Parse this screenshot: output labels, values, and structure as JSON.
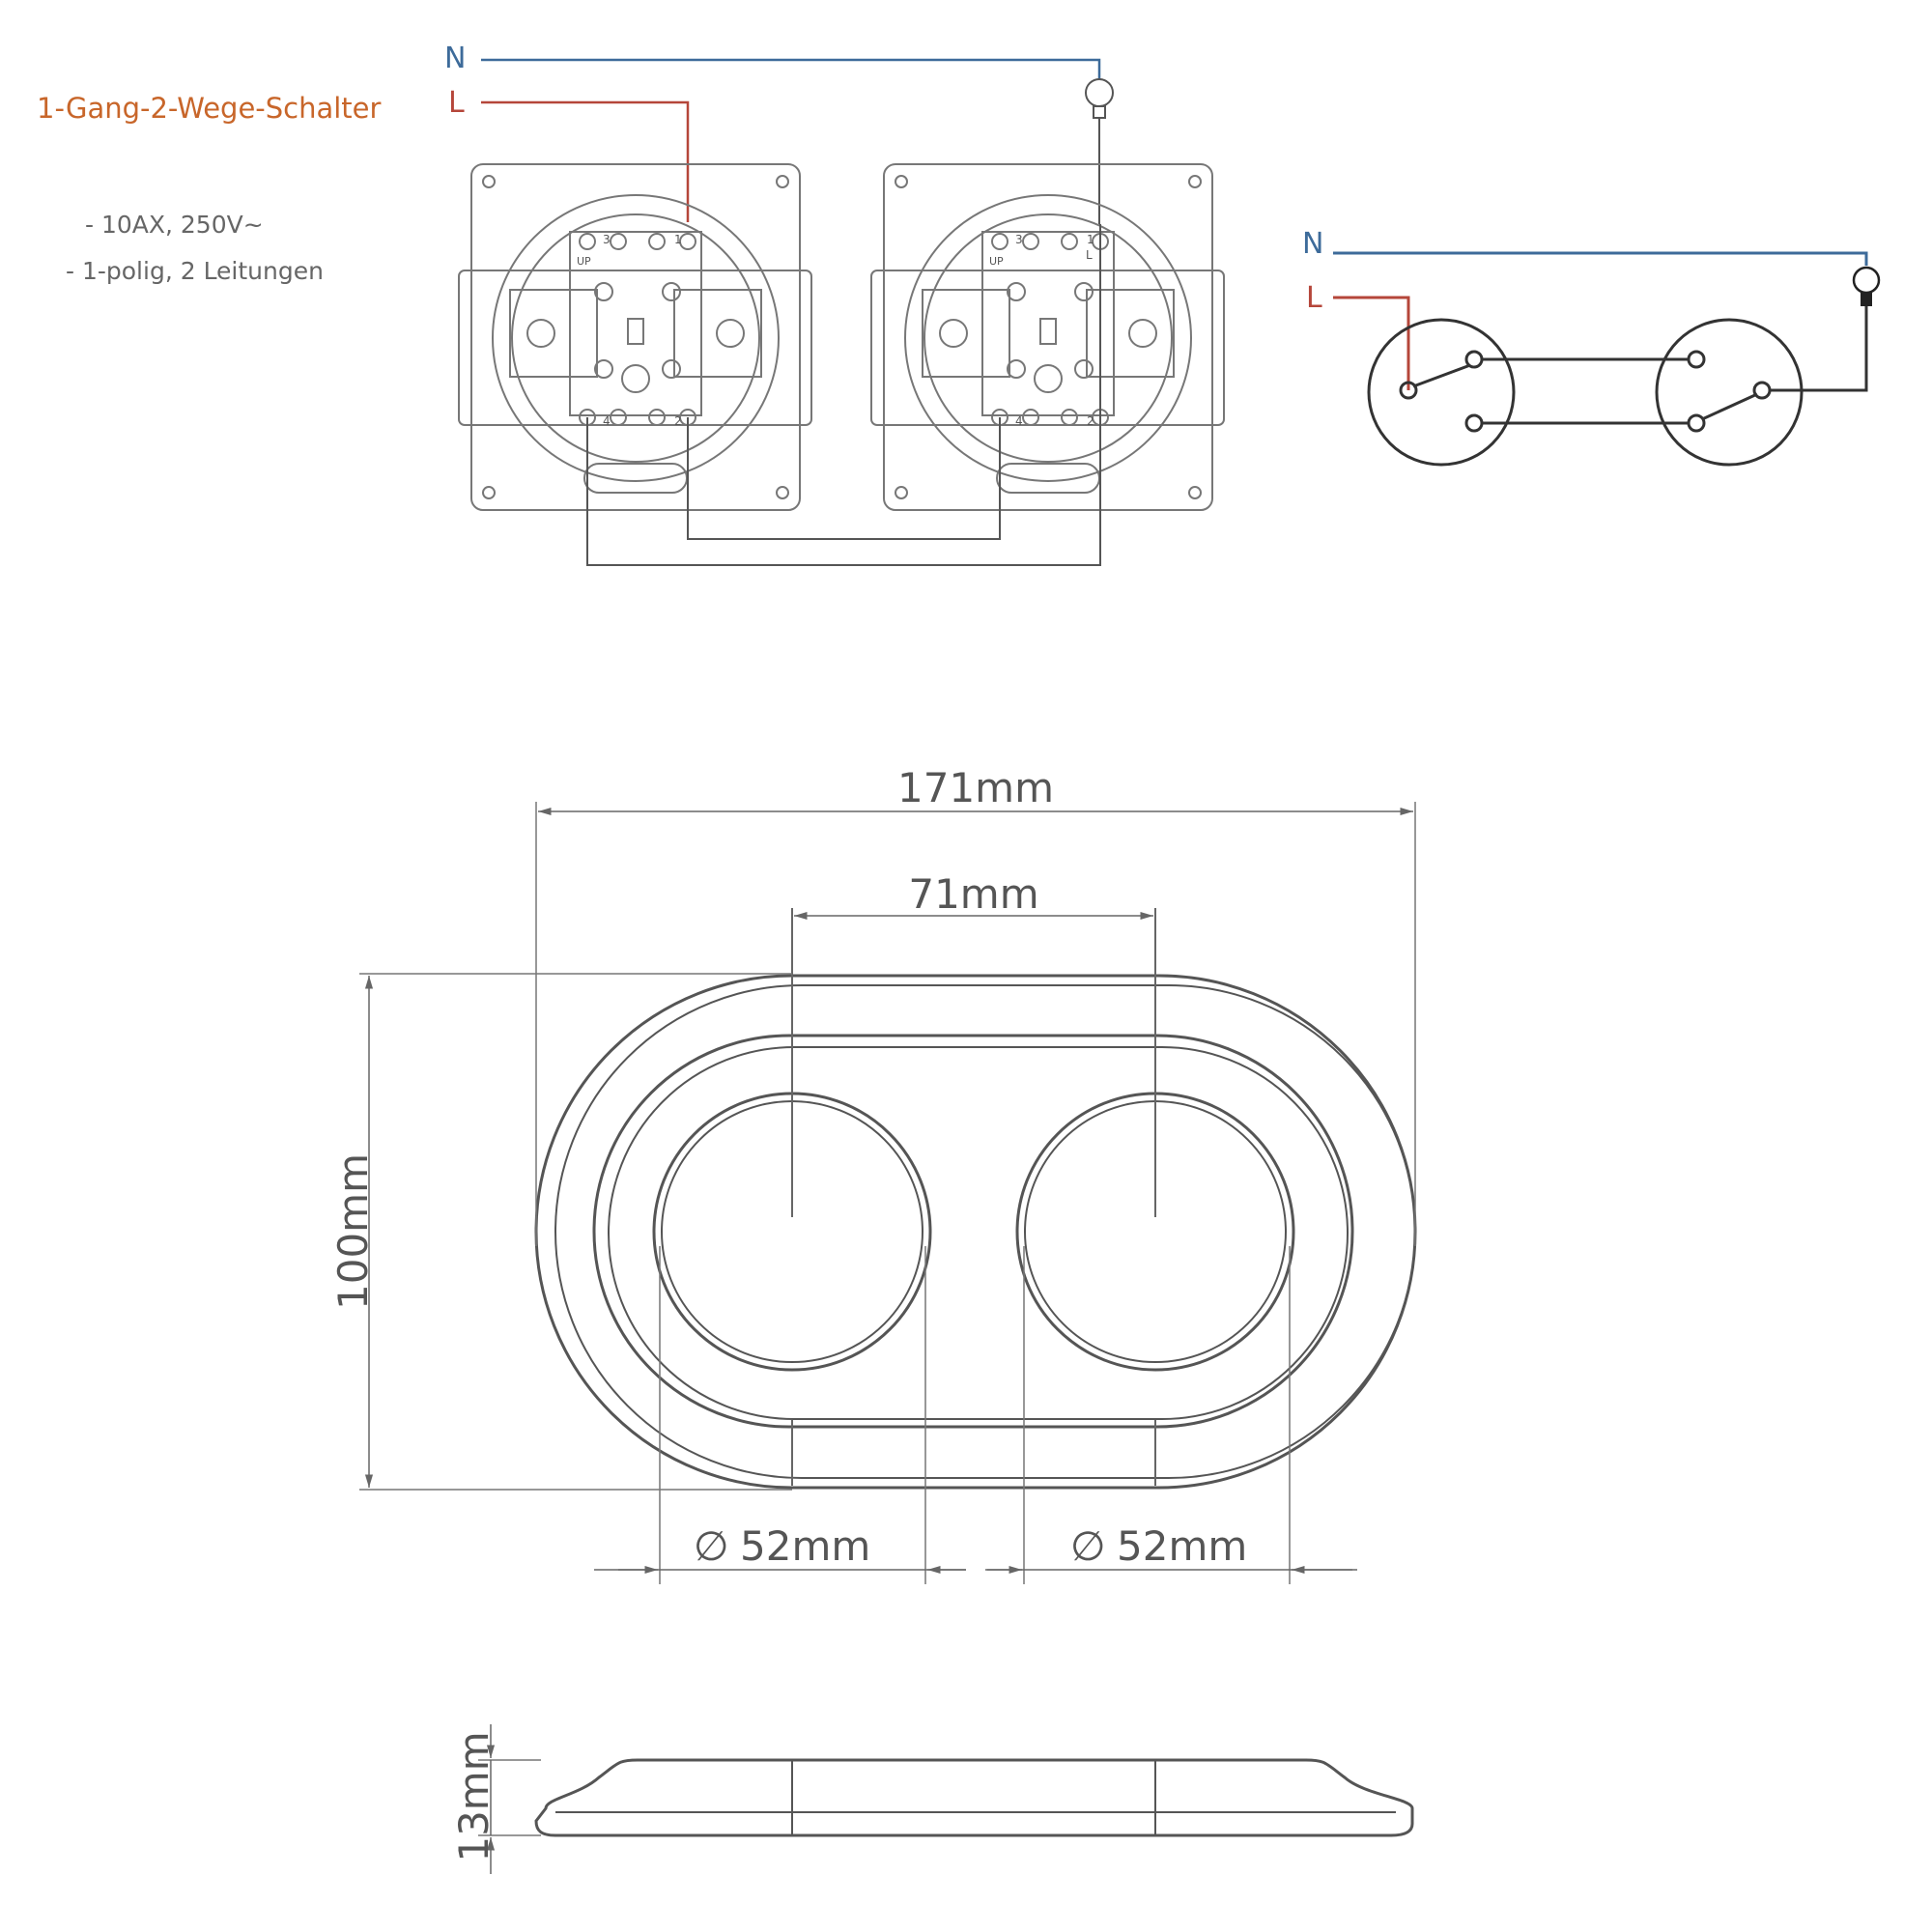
{
  "title": "1-Gang-2-Wege-Schalter",
  "specs": [
    "- 10AX, 250V~",
    "- 1-polig, 2 Leitungen"
  ],
  "wiring": {
    "neutral_label": "N",
    "live_label": "L",
    "switch1_terminals": [
      "3",
      "1",
      "4",
      "2"
    ],
    "switch1_marking": "UP",
    "switch2_terminals": [
      "3",
      "1",
      "4",
      "2"
    ],
    "switch2_marking": "UP",
    "switch2_live_marking": "L"
  },
  "schematic": {
    "neutral_label": "N",
    "live_label": "L"
  },
  "dimensions": {
    "total_width": "171mm",
    "center_distance": "71mm",
    "height": "100mm",
    "left_diameter": "52mm",
    "right_diameter": "52mm",
    "depth": "13mm",
    "diameter_symbol": "∅"
  },
  "colors": {
    "neutral_wire": "#3d6b9a",
    "live_wire": "#b5463a",
    "title": "#c8662a",
    "line": "#555555"
  }
}
